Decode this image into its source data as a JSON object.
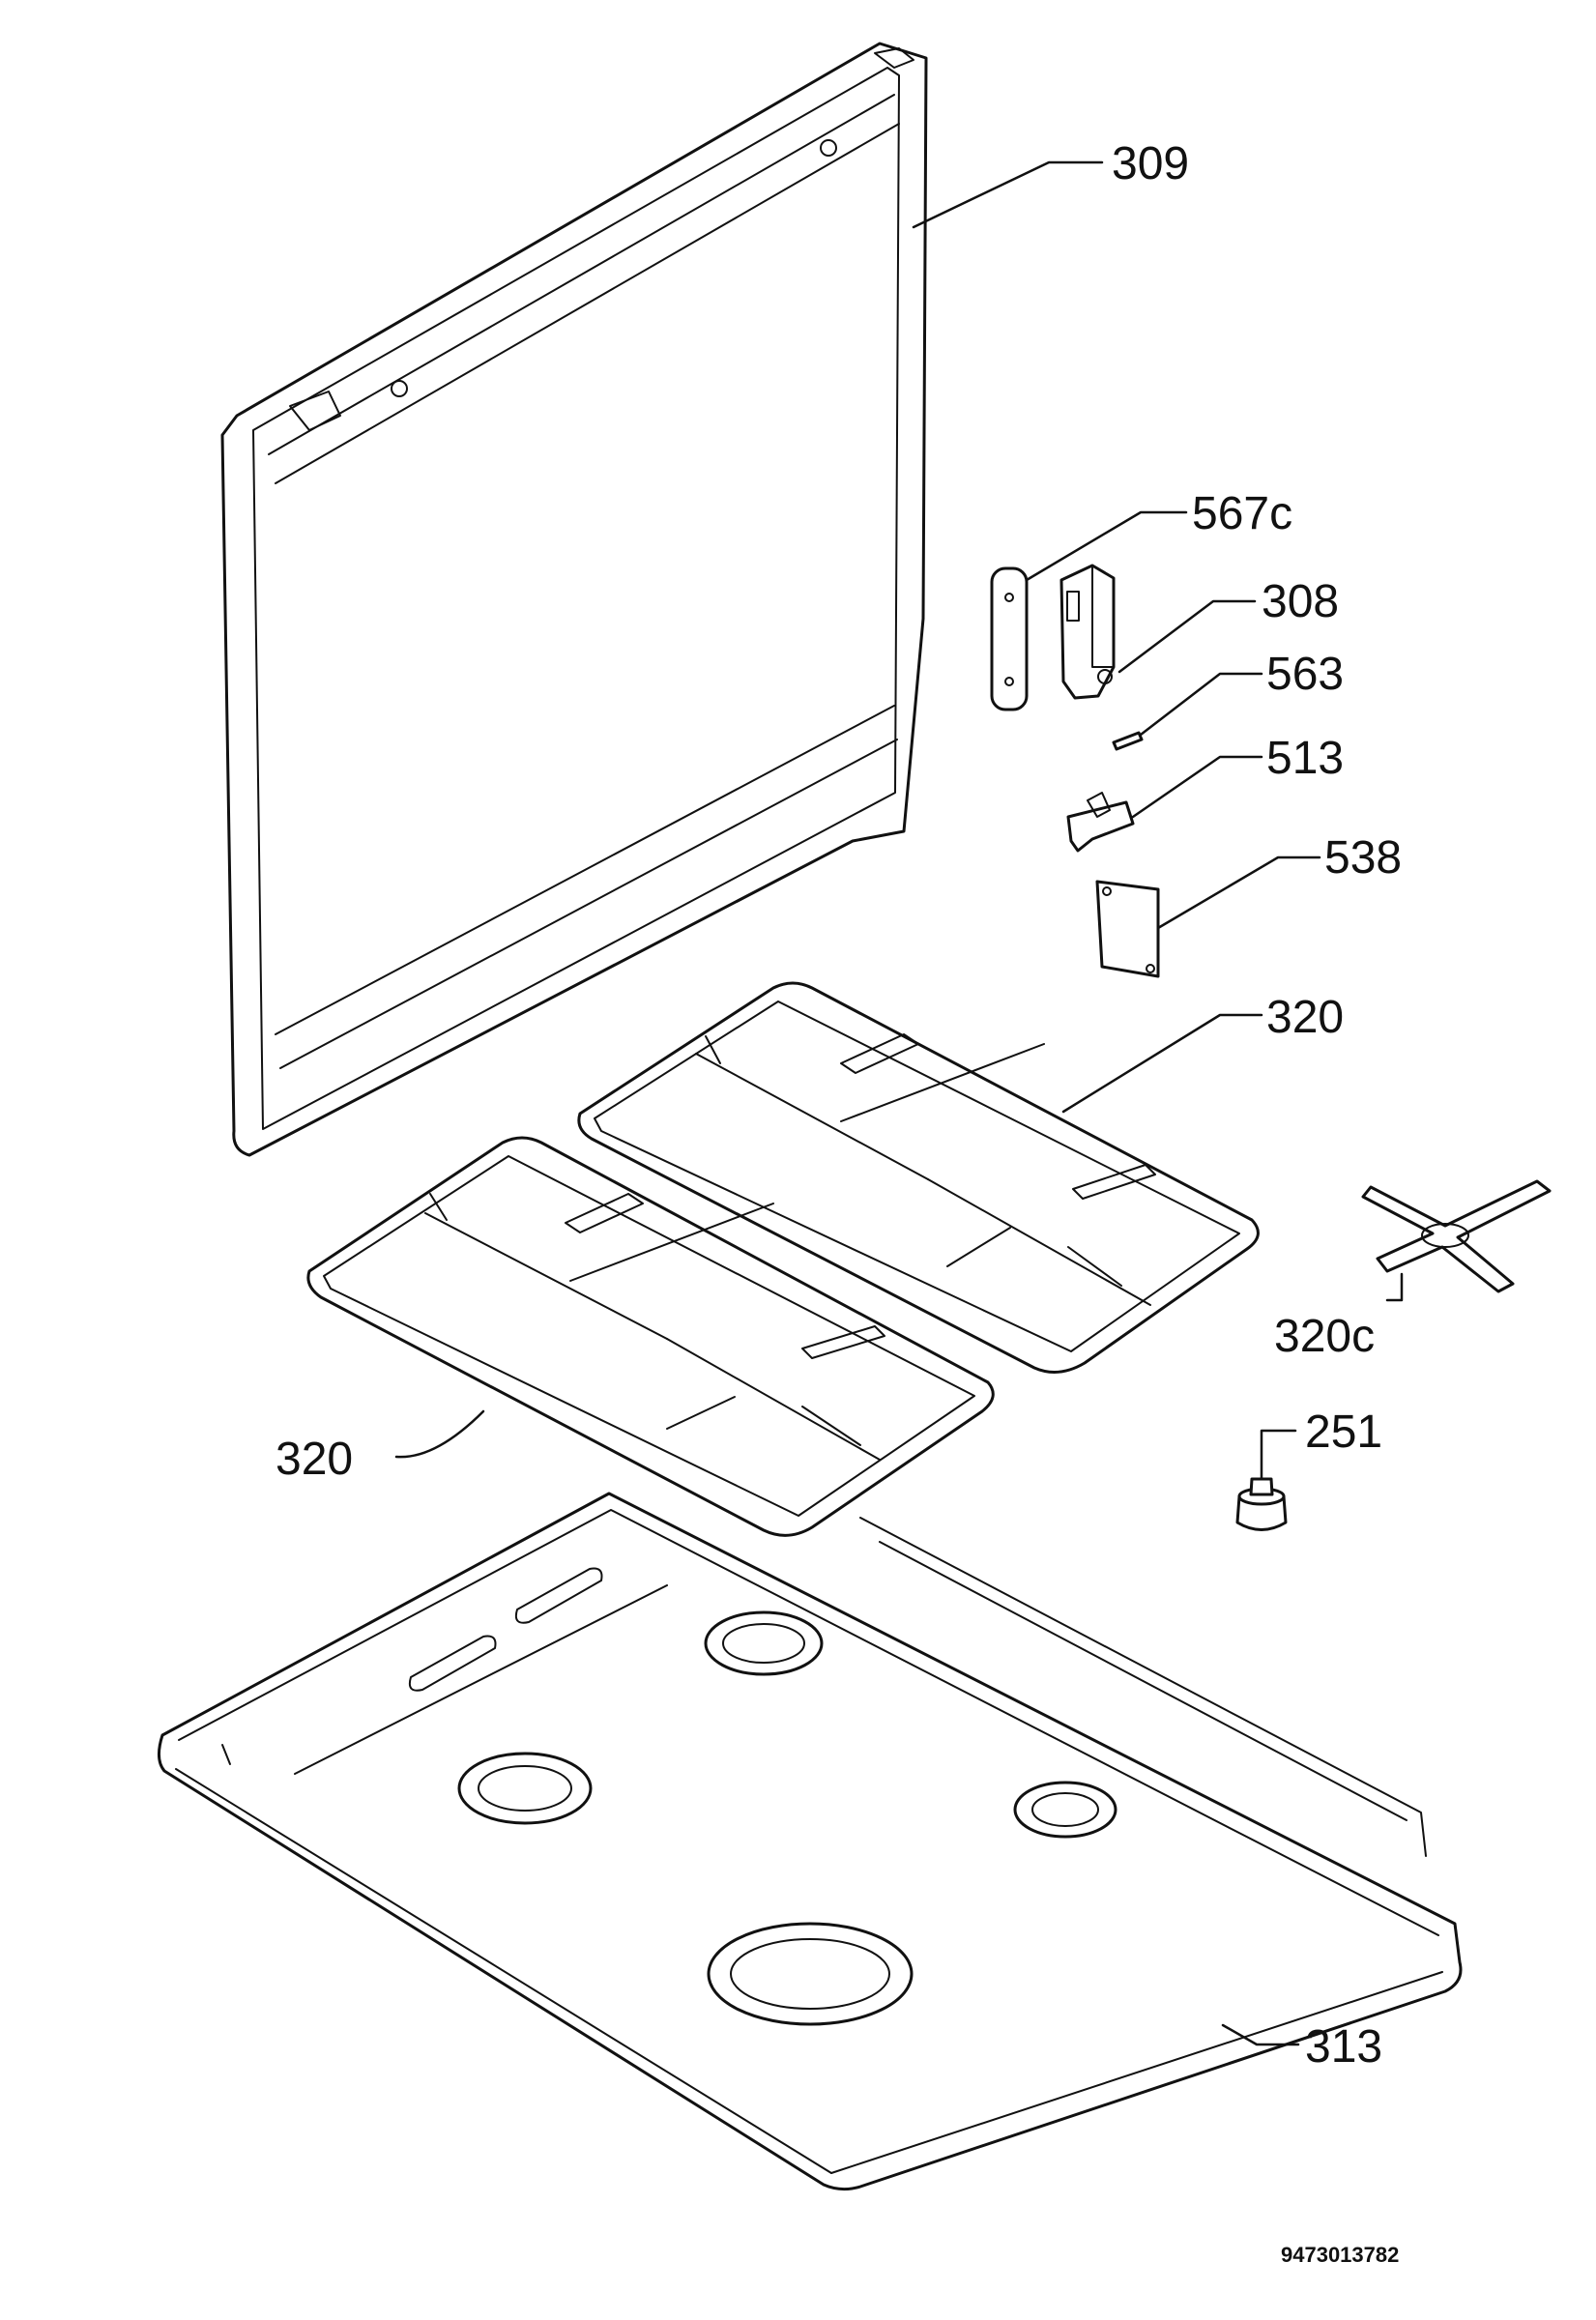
{
  "diagram": {
    "callouts": {
      "lid": "309",
      "hinge_cover": "567c",
      "hinge": "308",
      "pin": "563",
      "clip": "513",
      "plate": "538",
      "pan_support_right": "320",
      "pan_support_left": "320",
      "wok_stand": "320c",
      "cap": "251",
      "hob_top": "313"
    },
    "document_number": "9473013782"
  }
}
